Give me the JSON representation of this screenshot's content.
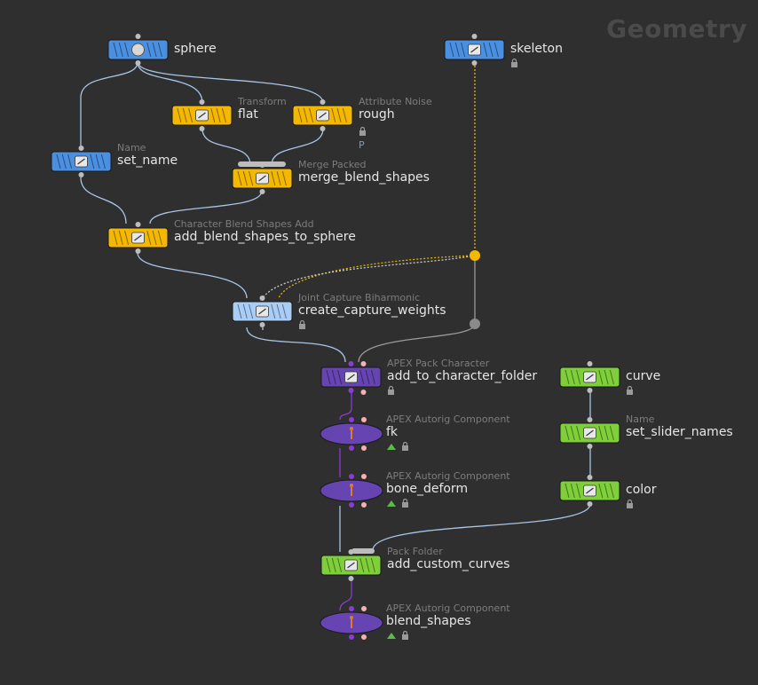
{
  "context_label": "Geometry",
  "colors": {
    "background": "#2f2f2f",
    "sop_blue": "#4a8fe0",
    "sop_yellow": "#f5b800",
    "apex_purple": "#6645b3",
    "pack_green": "#7fcf3a",
    "selected_lightblue": "#a9cdf7",
    "wire": "#a9c4e6",
    "apex_wire": "#8a3bd8",
    "skeleton_wire": "#e6b400"
  },
  "nodes": {
    "sphere": {
      "type": "",
      "name": "sphere",
      "icon": "sphere-icon"
    },
    "skeleton": {
      "type": "",
      "name": "skeleton",
      "icon": "skeleton-icon"
    },
    "flat": {
      "type": "Transform",
      "name": "flat",
      "icon": "transform-icon"
    },
    "rough": {
      "type": "Attribute Noise",
      "name": "rough",
      "flag": "P",
      "icon": "noise-icon"
    },
    "set_name": {
      "type": "Name",
      "name": "set_name",
      "icon": "name-icon"
    },
    "merge_blend_shapes": {
      "type": "Merge Packed",
      "name": "merge_blend_shapes",
      "icon": "merge-icon"
    },
    "add_blend_shapes_to_sphere": {
      "type": "Character Blend Shapes Add",
      "name": "add_blend_shapes_to_sphere",
      "icon": "blendshape-icon"
    },
    "create_capture_weights": {
      "type": "Joint Capture Biharmonic",
      "name": "create_capture_weights",
      "icon": "capture-icon"
    },
    "add_to_character_folder": {
      "type": "APEX Pack Character",
      "name": "add_to_character_folder",
      "icon": "pack-character-icon"
    },
    "fk": {
      "type": "APEX Autorig Component",
      "name": "fk",
      "icon": "autorig-icon"
    },
    "bone_deform": {
      "type": "APEX Autorig Component",
      "name": "bone_deform",
      "icon": "autorig-icon"
    },
    "curve": {
      "type": "",
      "name": "curve",
      "icon": "curve-icon"
    },
    "set_slider_names": {
      "type": "Name",
      "name": "set_slider_names",
      "icon": "name-icon"
    },
    "color": {
      "type": "",
      "name": "color",
      "icon": "color-icon"
    },
    "add_custom_curves": {
      "type": "Pack Folder",
      "name": "add_custom_curves",
      "icon": "pack-folder-icon"
    },
    "blend_shapes": {
      "type": "APEX Autorig Component",
      "name": "blend_shapes",
      "icon": "autorig-icon"
    }
  }
}
